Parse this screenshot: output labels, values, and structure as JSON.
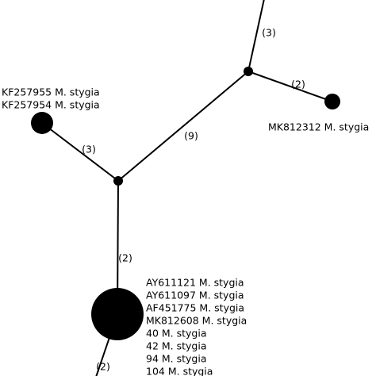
{
  "haplotypes": [
    {
      "id": "h_top",
      "labels": []
    },
    {
      "id": "h_kf",
      "labels": [
        "KF257955 M. stygia",
        "KF257954 M. stygia"
      ]
    },
    {
      "id": "h_mk812312",
      "labels": [
        "MK812312 M. stygia"
      ]
    },
    {
      "id": "h_main",
      "labels": [
        "AY611121 M. stygia",
        "AY611097 M. stygia",
        "AF451775 M. stygia",
        "MK812608 M. stygia",
        "40 M. stygia",
        "42 M. stygia",
        "94 M. stygia",
        "104 M. stygia"
      ]
    },
    {
      "id": "h_bottom",
      "labels": []
    }
  ],
  "median_vectors": [
    "mv1",
    "mv2"
  ],
  "connections": [
    {
      "id": "e_top",
      "from": "h_top",
      "to": "mv1",
      "mutations_label": "(3)"
    },
    {
      "id": "e_mk",
      "from": "mv1",
      "to": "h_mk812312",
      "mutations_label": "(2)"
    },
    {
      "id": "e_mid",
      "from": "mv1",
      "to": "mv2",
      "mutations_label": "(9)"
    },
    {
      "id": "e_kf",
      "from": "mv2",
      "to": "h_kf",
      "mutations_label": "(3)"
    },
    {
      "id": "e_main",
      "from": "mv2",
      "to": "h_main",
      "mutations_label": "(2)"
    },
    {
      "id": "e_bottom",
      "from": "h_main",
      "to": "h_bottom",
      "mutations_label": "(2)"
    }
  ]
}
